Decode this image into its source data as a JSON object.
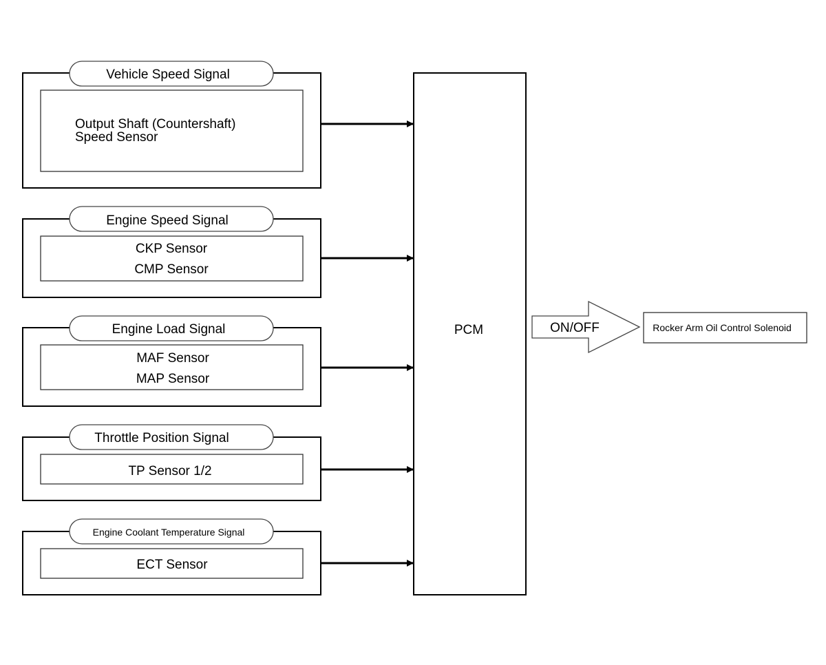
{
  "groups": [
    {
      "signal": "Vehicle Speed Signal",
      "sensor_lines": [
        "Output Shaft (Countershaft)",
        "Speed Sensor"
      ]
    },
    {
      "signal": "Engine Speed Signal",
      "sensor_lines": [
        "CKP Sensor",
        "CMP Sensor"
      ]
    },
    {
      "signal": "Engine Load Signal",
      "sensor_lines": [
        "MAF Sensor",
        "MAP Sensor"
      ]
    },
    {
      "signal": "Throttle Position Signal",
      "sensor_lines": [
        "TP Sensor 1/2"
      ]
    },
    {
      "signal": "Engine Coolant Temperature Signal",
      "sensor_lines": [
        "ECT Sensor"
      ]
    }
  ],
  "controller": {
    "label": "PCM"
  },
  "output": {
    "signal_label": "ON/OFF",
    "device_label": "Rocker Arm Oil Control Solenoid"
  },
  "colors": {
    "stroke": "#000000",
    "inner_stroke": "#333333",
    "pill_stroke": "#444444",
    "background": "#ffffff"
  }
}
